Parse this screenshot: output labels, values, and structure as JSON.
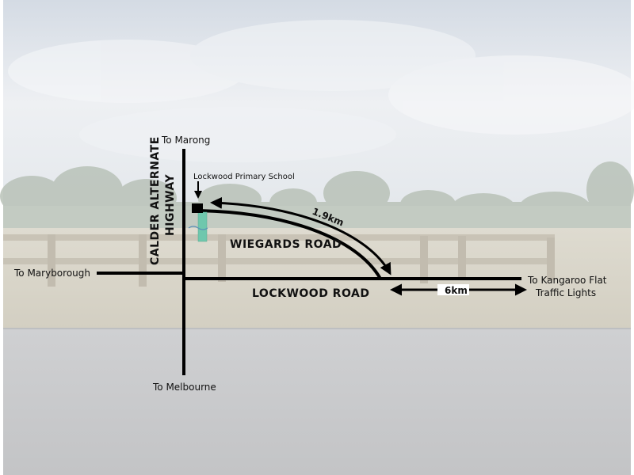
{
  "map": {
    "highway_label_line1": "CALDER ALTERNATE",
    "highway_label_line2": "HIGHWAY",
    "north_label": "To Marong",
    "south_label": "To Melbourne",
    "west_label": "To Maryborough",
    "east_label_line1": "To Kangaroo Flat",
    "east_label_line2": "Traffic Lights",
    "lockwood_road": "LOCKWOOD ROAD",
    "wiegards_road": "WIEGARDS ROAD",
    "school_label": "Lockwood Primary School",
    "distance_wiegards": "1.9km",
    "distance_lockwood": "6km"
  },
  "colors": {
    "road": "#000000",
    "school_marker": "#000000",
    "school_grounds": "#6fc7ad",
    "sky": "#dfe4ea",
    "ground": "#d6d2c6",
    "asphalt": "#c8c9cb"
  }
}
